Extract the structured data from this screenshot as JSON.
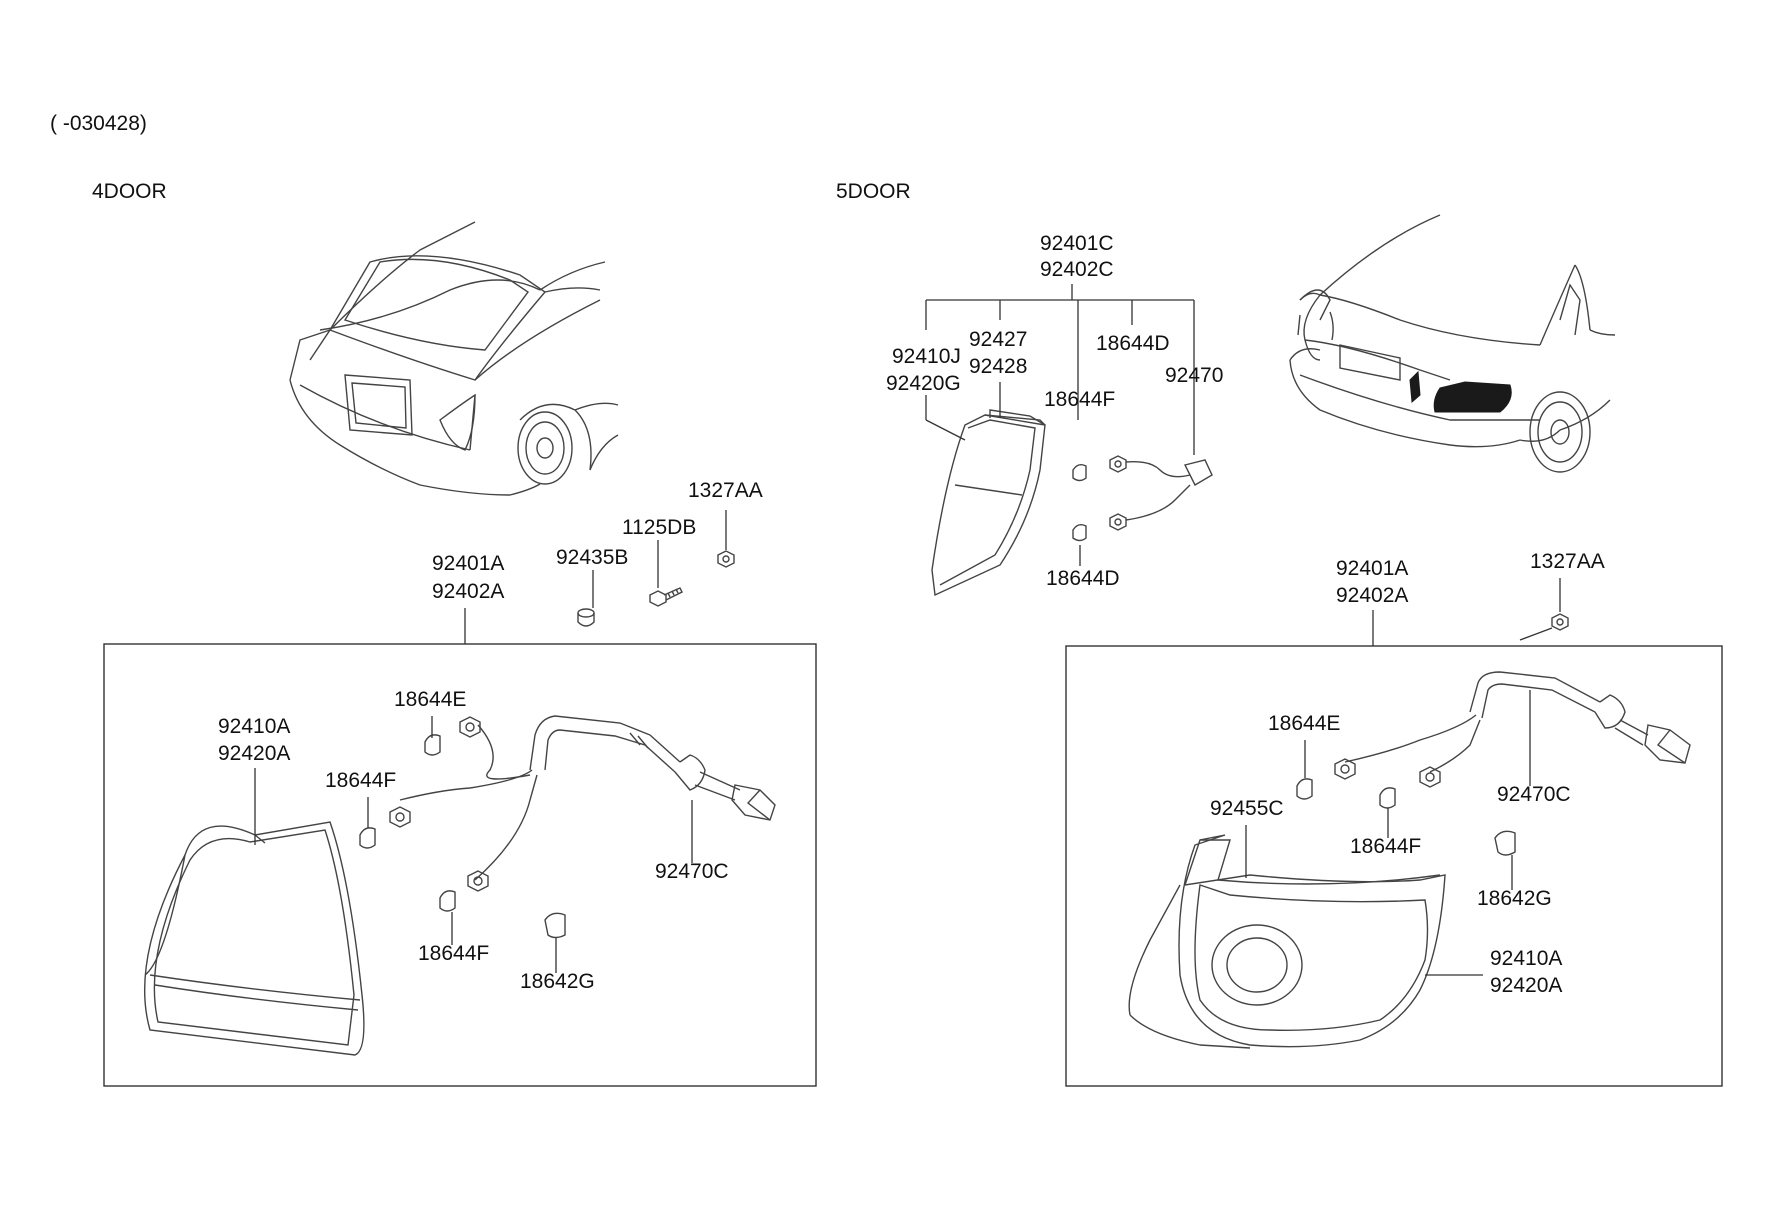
{
  "date_range": "( -030428)",
  "sections": {
    "four_door": {
      "title": "4DOOR",
      "labels": {
        "assy_1": "92401A",
        "assy_2": "92402A",
        "grommet": "92435B",
        "screw": "1125DB",
        "nut": "1327AA",
        "lens_1": "92410A",
        "lens_2": "92420A",
        "socket_e": "18644E",
        "socket_f_top": "18644F",
        "socket_f_bottom": "18644F",
        "bulb_g": "18642G",
        "wiring": "92470C"
      }
    },
    "five_door": {
      "title": "5DOOR",
      "labels": {
        "inner_assy_1": "92401C",
        "inner_assy_2": "92402C",
        "inner_lens_1": "92410J",
        "inner_lens_2": "92420G",
        "gasket_1": "92427",
        "gasket_2": "92428",
        "socket_d_top": "18644D",
        "socket_f": "18644F",
        "wiring_inner": "92470",
        "socket_d_bottom": "18644D",
        "assy_1": "92401A",
        "assy_2": "92402A",
        "nut": "1327AA",
        "socket_e": "18644E",
        "housing": "92455C",
        "socket_f_outer": "18644F",
        "wiring": "92470C",
        "bulb_g": "18642G",
        "lens_1": "92410A",
        "lens_2": "92420A"
      }
    }
  }
}
